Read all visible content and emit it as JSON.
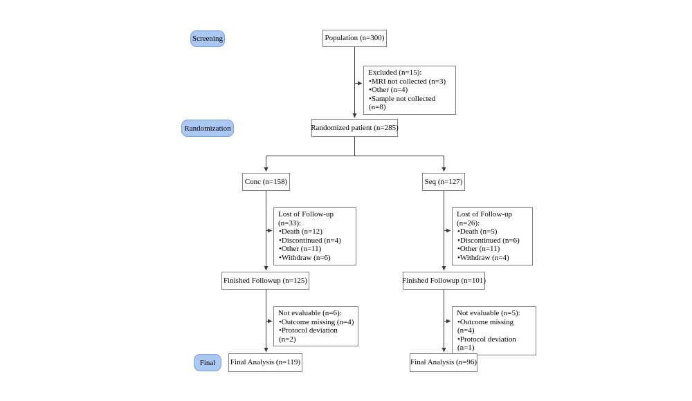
{
  "diagram": {
    "kind": "consort-flow-diagram",
    "stage_labels": {
      "screening": "Screening",
      "randomization": "Randomization",
      "final": "Final"
    },
    "nodes": {
      "population": {
        "label": "Population (n=300)"
      },
      "excluded": {
        "title": "Excluded (n=15):",
        "items": [
          "MRI not collected (n=3)",
          "Other (n=4)",
          "Sample not collected (n=8)"
        ]
      },
      "randomized": {
        "label": "Randomized patient (n=285)"
      },
      "conc": {
        "label": "Conc (n=158)"
      },
      "seq": {
        "label": "Seq (n=127)"
      },
      "lost_conc": {
        "title": "Lost of Follow-up (n=33):",
        "items": [
          "Death (n=12)",
          "Discontinued (n=4)",
          "Other (n=11)",
          "Withdraw (n=6)"
        ]
      },
      "lost_seq": {
        "title": "Lost of Follow-up (n=26):",
        "items": [
          "Death (n=5)",
          "Discontinued (n=6)",
          "Other (n=11)",
          "Withdraw (n=4)"
        ]
      },
      "finished_conc": {
        "label": "Finished Followup (n=125)"
      },
      "finished_seq": {
        "label": "Finished Followup (n=101)"
      },
      "noteval_conc": {
        "title": "Not evaluable (n=6):",
        "items": [
          "Outcome missing (n=4)",
          "Protocol deviation (n=2)"
        ]
      },
      "noteval_seq": {
        "title": "Not evaluable (n=5):",
        "items": [
          "Outcome missing (n=4)",
          "Protocol deviation (n=1)"
        ]
      },
      "final_conc": {
        "label": "Final Analysis (n=119)"
      },
      "final_seq": {
        "label": "Final Analysis (n=96)"
      }
    },
    "colors": {
      "stage_fill": "#aac8f2",
      "stage_border": "#7a9fd4",
      "box_border": "#808080",
      "line": "#3c3c3c",
      "text": "#000000"
    }
  }
}
